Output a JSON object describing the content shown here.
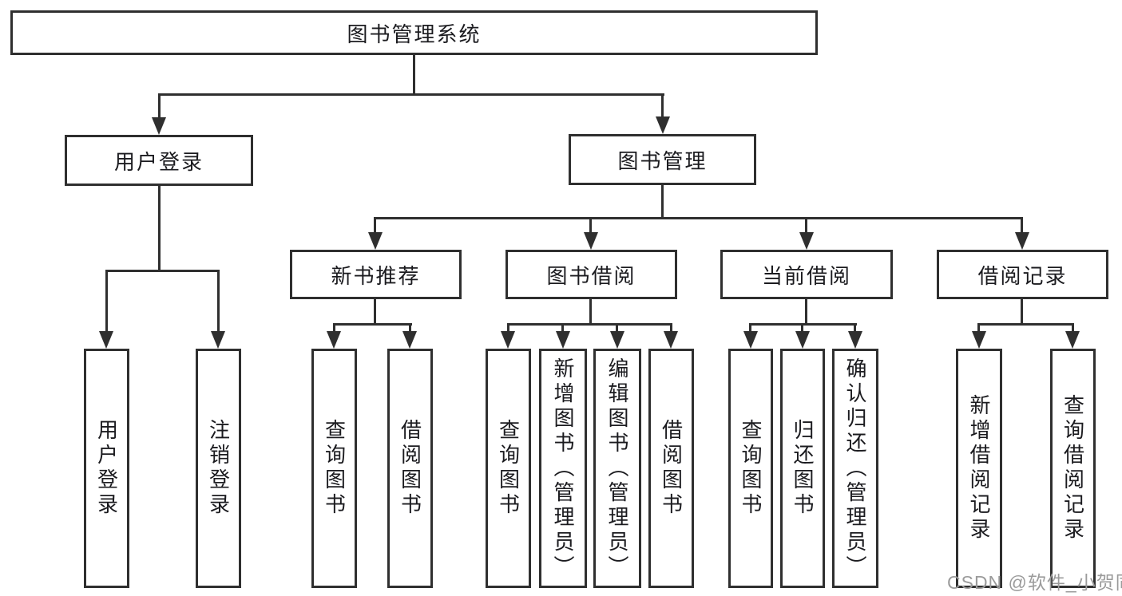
{
  "diagram": {
    "root": {
      "label": "图书管理系统"
    },
    "level2": [
      {
        "label": "用户登录"
      },
      {
        "label": "图书管理"
      }
    ],
    "level3": [
      {
        "label": "新书推荐"
      },
      {
        "label": "图书借阅"
      },
      {
        "label": "当前借阅"
      },
      {
        "label": "借阅记录"
      }
    ],
    "leaves": {
      "login": [
        "用户登录",
        "注销登录"
      ],
      "newbook": [
        "查询图书",
        "借阅图书"
      ],
      "borrow": [
        "查询图书",
        "新增图书（管理员）",
        "编辑图书（管理员）",
        "借阅图书"
      ],
      "current": [
        "查询图书",
        "归还图书",
        "确认归还（管理员）"
      ],
      "records": [
        "新增借阅记录",
        "查询借阅记录"
      ]
    }
  },
  "watermark": {
    "text": "CSDN @软件_小贺同学"
  },
  "colors": {
    "line": "#2f2f2f",
    "text": "#1b1b1f",
    "watermark": "#9b9b9b",
    "background": "#ffffff"
  }
}
